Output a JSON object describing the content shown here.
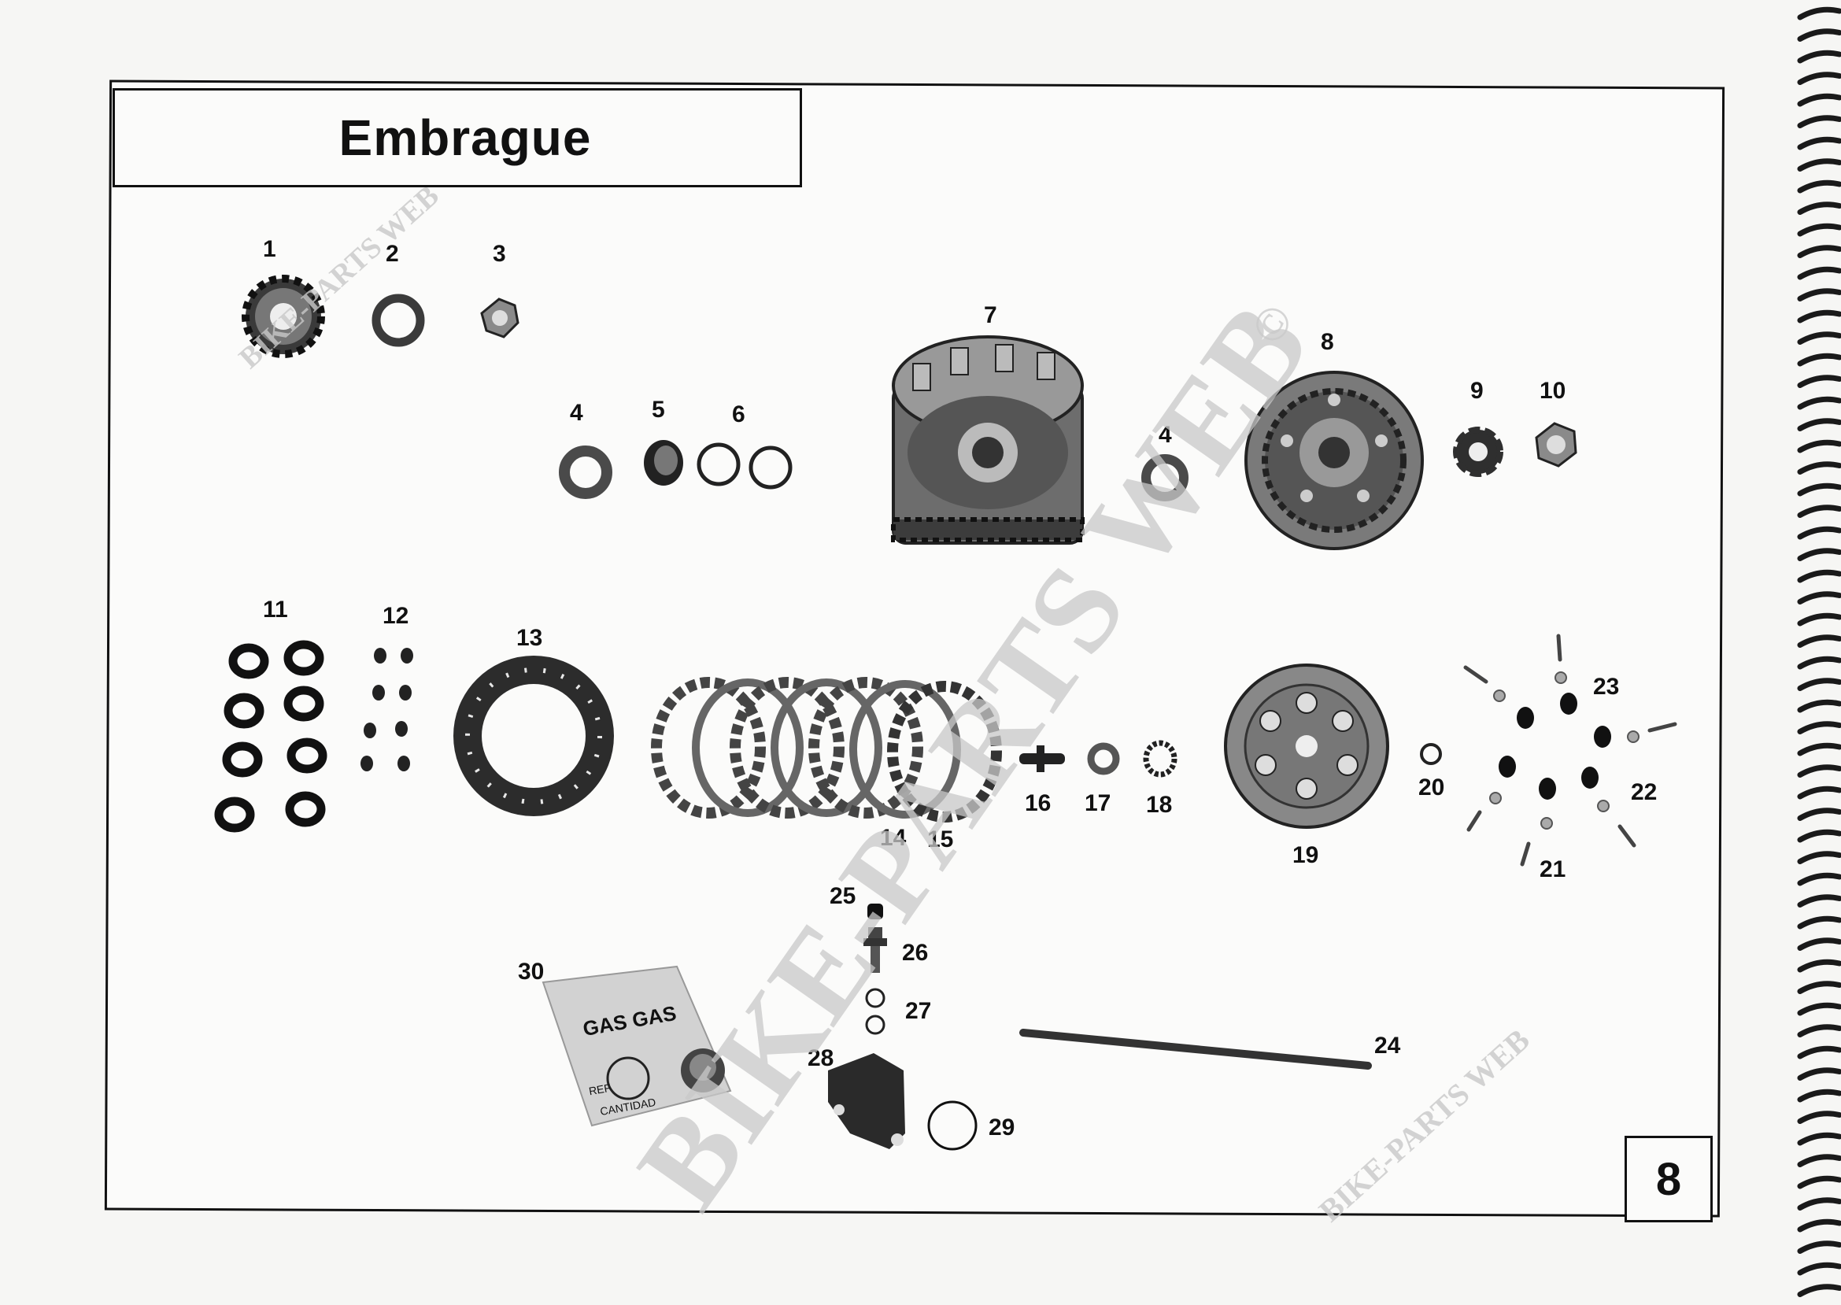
{
  "title": "Embrague",
  "page_number": "8",
  "watermark": "BIKE-PARTS WEB",
  "watermark_symbol": "©",
  "packet_label": "GAS GAS",
  "packet_fields": [
    "REF",
    "CANTIDAD"
  ],
  "callouts": [
    "1",
    "2",
    "3",
    "4",
    "5",
    "6",
    "7",
    "4",
    "8",
    "9",
    "10",
    "11",
    "12",
    "13",
    "14",
    "15",
    "16",
    "17",
    "18",
    "19",
    "20",
    "21",
    "22",
    "23",
    "24",
    "25",
    "26",
    "27",
    "28",
    "29",
    "30"
  ]
}
